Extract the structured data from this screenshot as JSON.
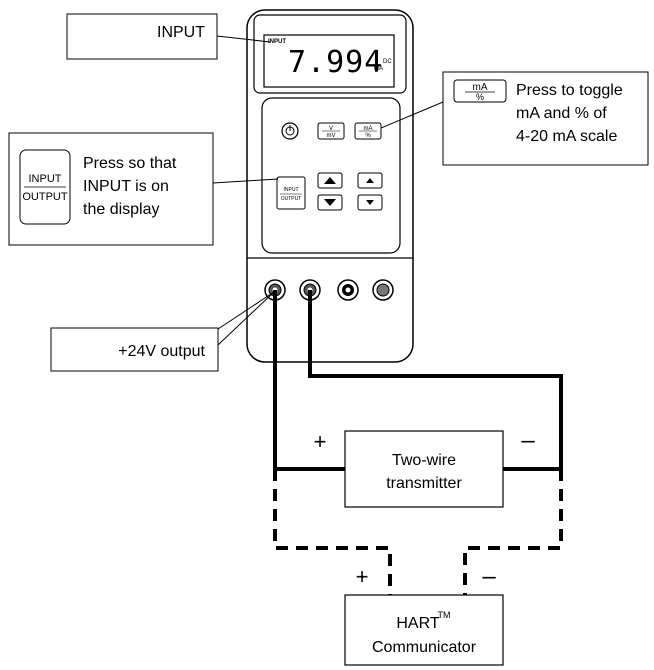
{
  "callouts": {
    "input_label": "INPUT",
    "toggle_key": {
      "top": "mA",
      "bottom": "%"
    },
    "toggle_text": [
      "Press to toggle",
      "mA and % of",
      "4-20 mA scale"
    ],
    "io_key": {
      "top": "INPUT",
      "bottom": "OUTPUT"
    },
    "io_text": [
      "Press so that",
      "INPUT is on",
      "the display"
    ],
    "output_label": "+24V output"
  },
  "calibrator": {
    "display_mode": "INPUT",
    "reading": "7.994",
    "unit": "mA",
    "coupling": "DC",
    "keys": {
      "v_top": "V",
      "v_bottom": "mV",
      "ma_top": "mA",
      "ma_bottom": "%",
      "io_top": "INPUT",
      "io_bottom": "OUTPUT"
    }
  },
  "transmitter": {
    "line1": "Two-wire",
    "line2": "transmitter",
    "plus": "+",
    "minus": "–"
  },
  "communicator": {
    "line1": "HART",
    "tm": "TM",
    "line2": "Communicator",
    "plus": "+",
    "minus": "–"
  }
}
